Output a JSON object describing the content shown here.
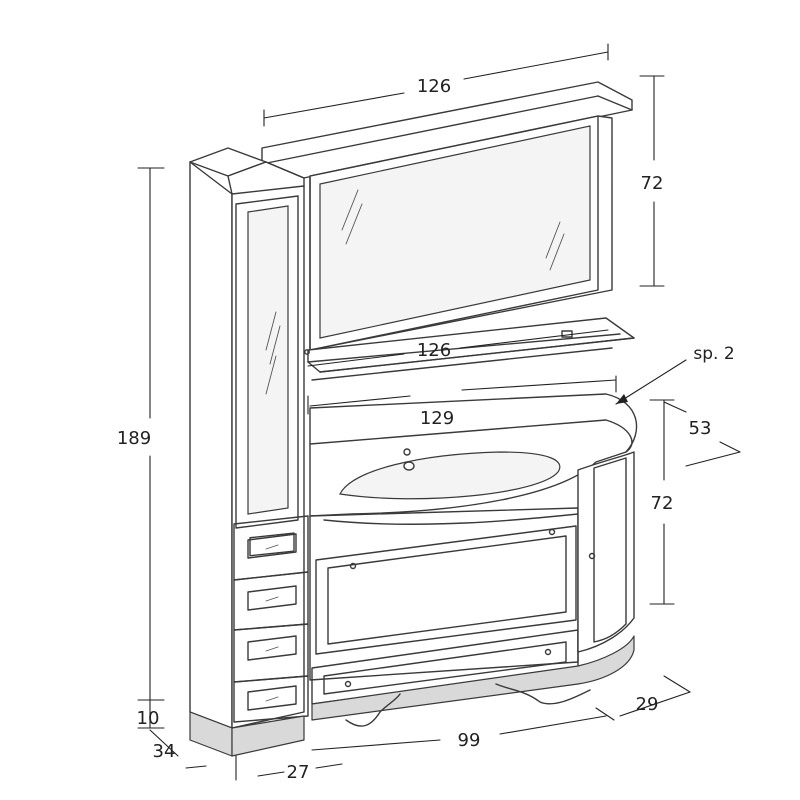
{
  "dimensions": {
    "mirror_width": "126",
    "mirror_height": "72",
    "shelf_width": "126",
    "top_width": "129",
    "total_height": "189",
    "plinth_height": "10",
    "column_depth": "34",
    "column_width": "27",
    "base_width": "99",
    "base_depth": "29",
    "top_depth": "53",
    "base_height": "72",
    "top_thickness": "sp. 2"
  }
}
